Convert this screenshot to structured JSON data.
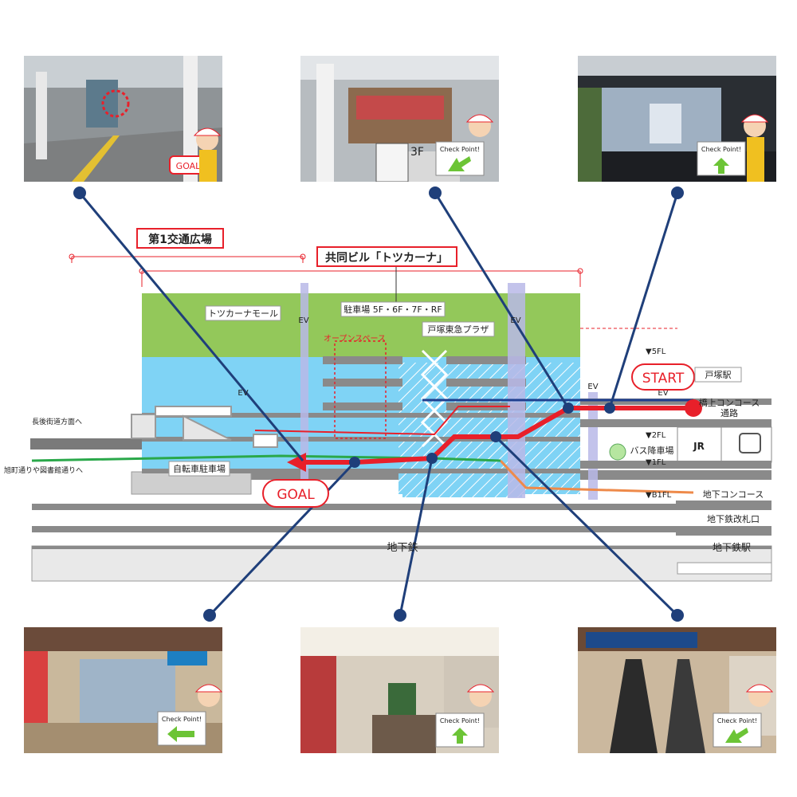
{
  "plaza_label": "第1交通広場",
  "building_label": "共同ビル「トツカーナ」",
  "mall_label": "トツカーナモール",
  "parking_label": "駐車場 5F・6F・7F・RF",
  "plaza_tokyu_label": "戸塚東急プラザ",
  "open_space_label": "オープンスペース",
  "ev_label": "EV",
  "start_label": "START",
  "goal_label": "GOAL",
  "station_label": "戸塚駅",
  "concourse_label": "橋上コンコース\n通路",
  "jr_label": "JR",
  "bus_label": "バス降車場",
  "bicycle_label": "自転車駐車場",
  "underground_concourse_label": "地下コンコース",
  "subway_gate_label": "地下鉄改札口",
  "subway_label": "地下鉄",
  "subway_station_label": "地下鉄駅",
  "left_upper_label": "長後街道方面へ",
  "left_lower_label": "旭町通りや図書館通りへ",
  "floors": [
    "▼5FL",
    "▼2FL",
    "▼1FL",
    "▼B1FL"
  ],
  "goal_badge": "GOAL",
  "checkpoint_label": "Check Point!",
  "photo_3f_sign": "3F",
  "colors": {
    "route_main": "#e8202a",
    "route_blue": "#1f3f8f",
    "route_green": "#2aa84a",
    "route_orange": "#ee8a4a",
    "building_green": "#93c85a",
    "building_blue": "#7fd3f5",
    "leader_navy": "#1f3f7a"
  },
  "photos": [
    {
      "badge": "goal",
      "arrow": "none"
    },
    {
      "badge": "checkpoint",
      "arrow": "left-down"
    },
    {
      "badge": "checkpoint",
      "arrow": "up"
    },
    {
      "badge": "checkpoint",
      "arrow": "left"
    },
    {
      "badge": "checkpoint",
      "arrow": "up"
    },
    {
      "badge": "checkpoint",
      "arrow": "left-down"
    }
  ]
}
